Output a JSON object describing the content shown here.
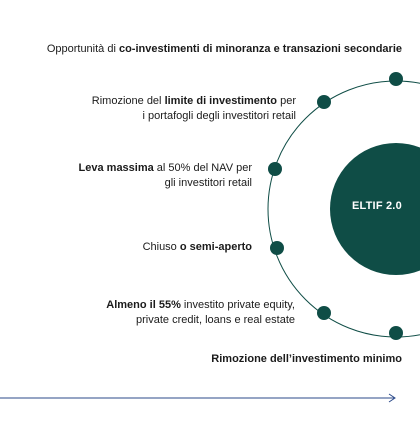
{
  "colors": {
    "accent": "#0f4d46",
    "text": "#1b1b1b",
    "arrow": "#2b4a8a"
  },
  "center": {
    "label": "ELTIF 2.0"
  },
  "items": [
    {
      "id": "co-investimenti",
      "pre": "Opportunità di ",
      "bold": "co-investimenti di minoranza e transazioni secondarie",
      "post": "",
      "line2": ""
    },
    {
      "id": "limite-investimento",
      "pre": "Rimozione del ",
      "bold": "limite di investimento",
      "post": " per",
      "line2": "i portafogli degli investitori retail"
    },
    {
      "id": "leva-massima",
      "pre": "",
      "bold": "Leva massima",
      "post": " al 50% del NAV per",
      "line2": "gli investitori retail"
    },
    {
      "id": "chiuso-semi-aperto",
      "pre": "Chiuso ",
      "bold": "o semi-aperto",
      "post": "",
      "line2": ""
    },
    {
      "id": "almeno-55",
      "pre": "",
      "bold": "Almeno il 55%",
      "post": " investito private equity,",
      "line2": "private credit, loans e real estate"
    },
    {
      "id": "investimento-minimo",
      "pre": "",
      "bold": "Rimozione dell’investimento minimo",
      "post": "",
      "line2": ""
    }
  ]
}
